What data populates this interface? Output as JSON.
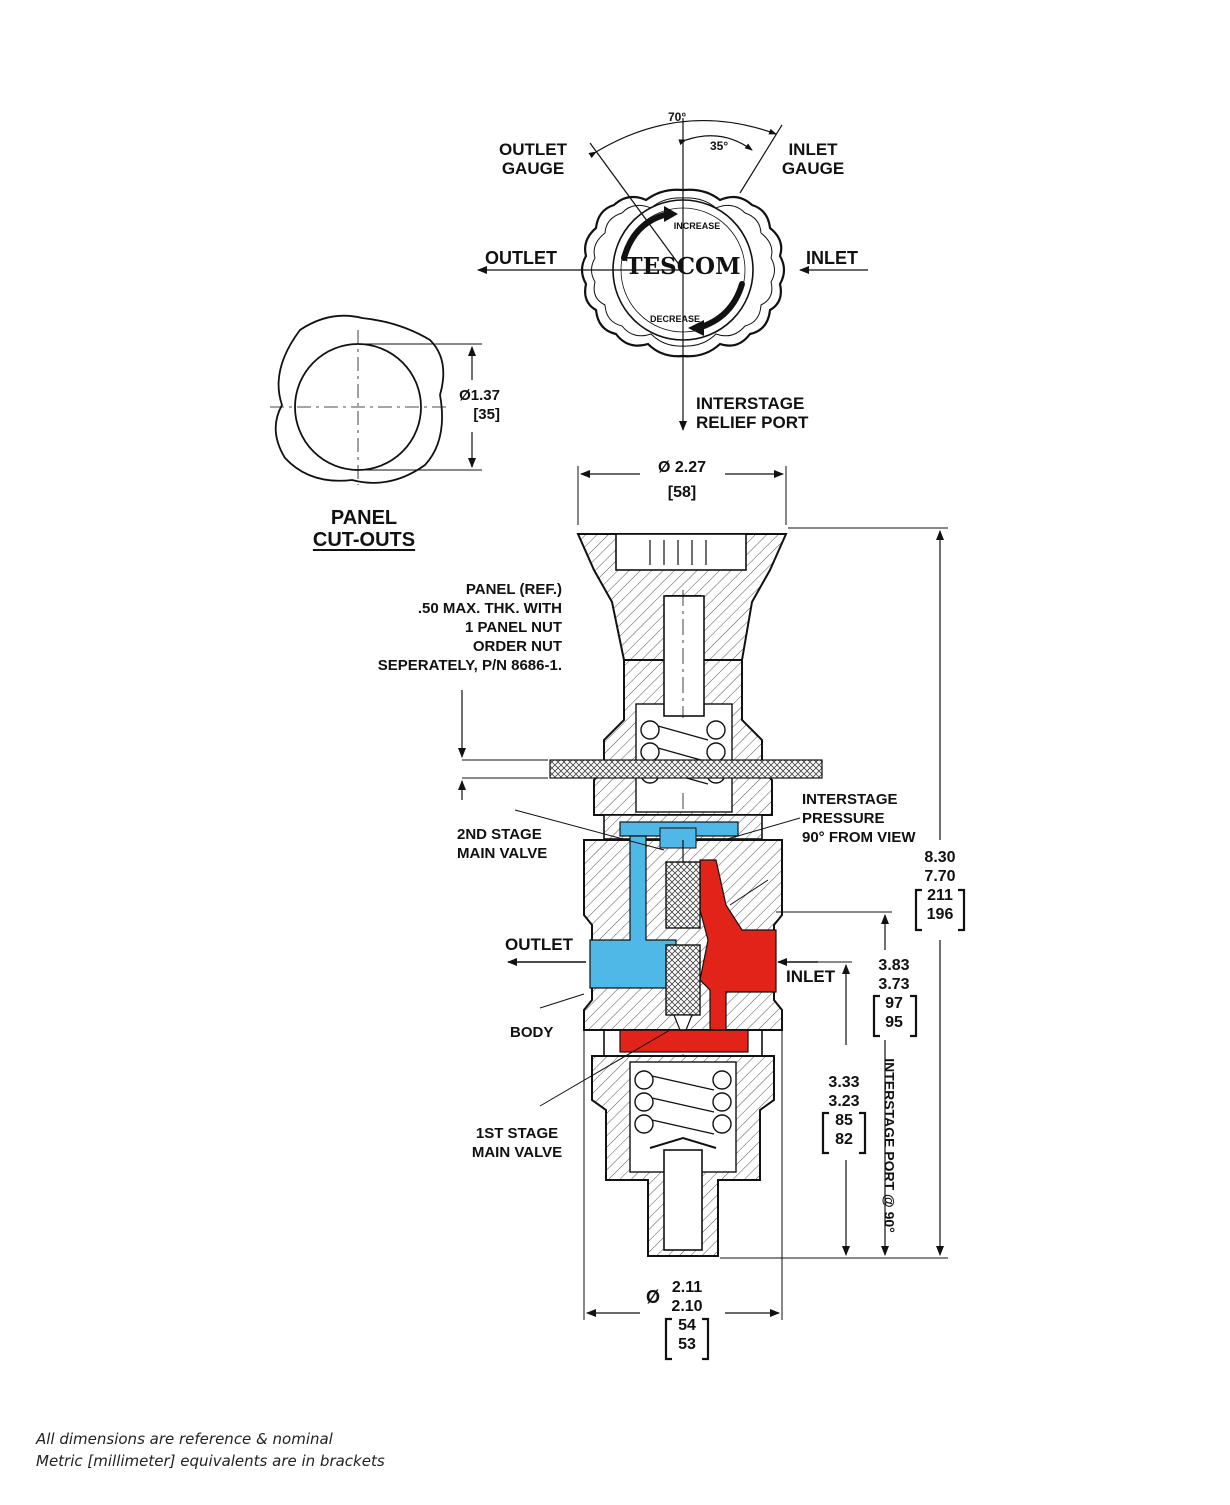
{
  "knob_view": {
    "angle_total": "70°",
    "angle_half": "35°",
    "outlet_gauge": [
      "OUTLET",
      "GAUGE"
    ],
    "inlet_gauge": [
      "INLET",
      "GAUGE"
    ],
    "outlet": "OUTLET",
    "inlet": "INLET",
    "brand": "TESCOM",
    "increase": "INCREASE",
    "decrease": "DECREASE",
    "relief_port": [
      "INTERSTAGE",
      "RELIEF PORT"
    ]
  },
  "panel_cutouts": {
    "diameter": "Ø1.37",
    "diameter_mm": "[35]",
    "title": [
      "PANEL",
      "CUT-OUTS"
    ]
  },
  "section_view": {
    "top_diameter": "Ø 2.27",
    "top_diameter_mm": "[58]",
    "panel_note": [
      "PANEL (REF.)",
      ".50 MAX. THK. WITH",
      "1 PANEL NUT",
      "ORDER NUT",
      "SEPERATELY, P/N 8686-1."
    ],
    "second_stage": [
      "2ND STAGE",
      "MAIN VALVE"
    ],
    "interstage_pressure": [
      "INTERSTAGE",
      "PRESSURE",
      "90° FROM VIEW"
    ],
    "outlet": "OUTLET",
    "inlet": "INLET",
    "body": "BODY",
    "first_stage": [
      "1ST STAGE",
      "MAIN VALVE"
    ],
    "overall_height": [
      "8.30",
      "7.70"
    ],
    "overall_height_mm": [
      "211",
      "196"
    ],
    "inlet_height": [
      "3.83",
      "3.73"
    ],
    "inlet_height_mm": [
      "97",
      "95"
    ],
    "lower_height": [
      "3.33",
      "3.23"
    ],
    "lower_height_mm": [
      "85",
      "82"
    ],
    "interstage_port": "INTERSTAGE PORT @ 90°",
    "bottom_diameter_symbol": "Ø",
    "bottom_diameter": [
      "2.11",
      "2.10"
    ],
    "bottom_diameter_mm": [
      "54",
      "53"
    ]
  },
  "notes": [
    "All dimensions are reference & nominal",
    "Metric [millimeter] equivalents are in brackets"
  ],
  "colors": {
    "outlet_flow": "#4fb8e6",
    "inlet_flow": "#e2231a",
    "line": "#111111"
  }
}
